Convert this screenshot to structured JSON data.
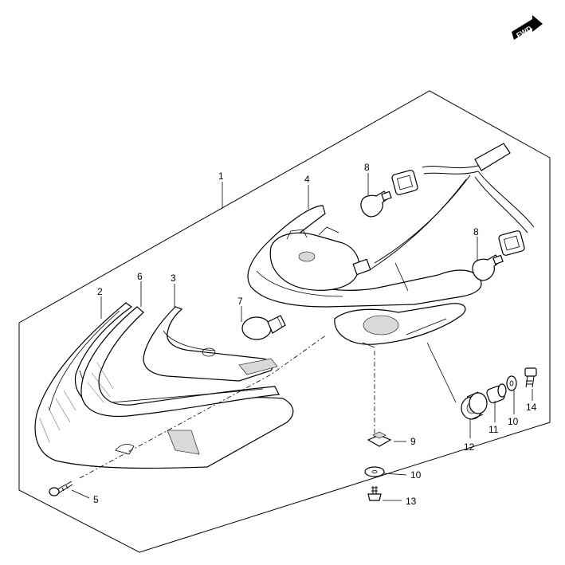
{
  "badge": {
    "text": "FWD"
  },
  "callouts": [
    {
      "id": "1",
      "label": "1"
    },
    {
      "id": "2",
      "label": "2"
    },
    {
      "id": "3",
      "label": "3"
    },
    {
      "id": "4",
      "label": "4"
    },
    {
      "id": "5",
      "label": "5"
    },
    {
      "id": "6",
      "label": "6"
    },
    {
      "id": "7",
      "label": "7"
    },
    {
      "id": "8a",
      "label": "8"
    },
    {
      "id": "8b",
      "label": "8"
    },
    {
      "id": "9",
      "label": "9"
    },
    {
      "id": "10a",
      "label": "10"
    },
    {
      "id": "10b",
      "label": "10"
    },
    {
      "id": "11",
      "label": "11"
    },
    {
      "id": "12",
      "label": "12"
    },
    {
      "id": "13",
      "label": "13"
    },
    {
      "id": "14",
      "label": "14"
    }
  ]
}
